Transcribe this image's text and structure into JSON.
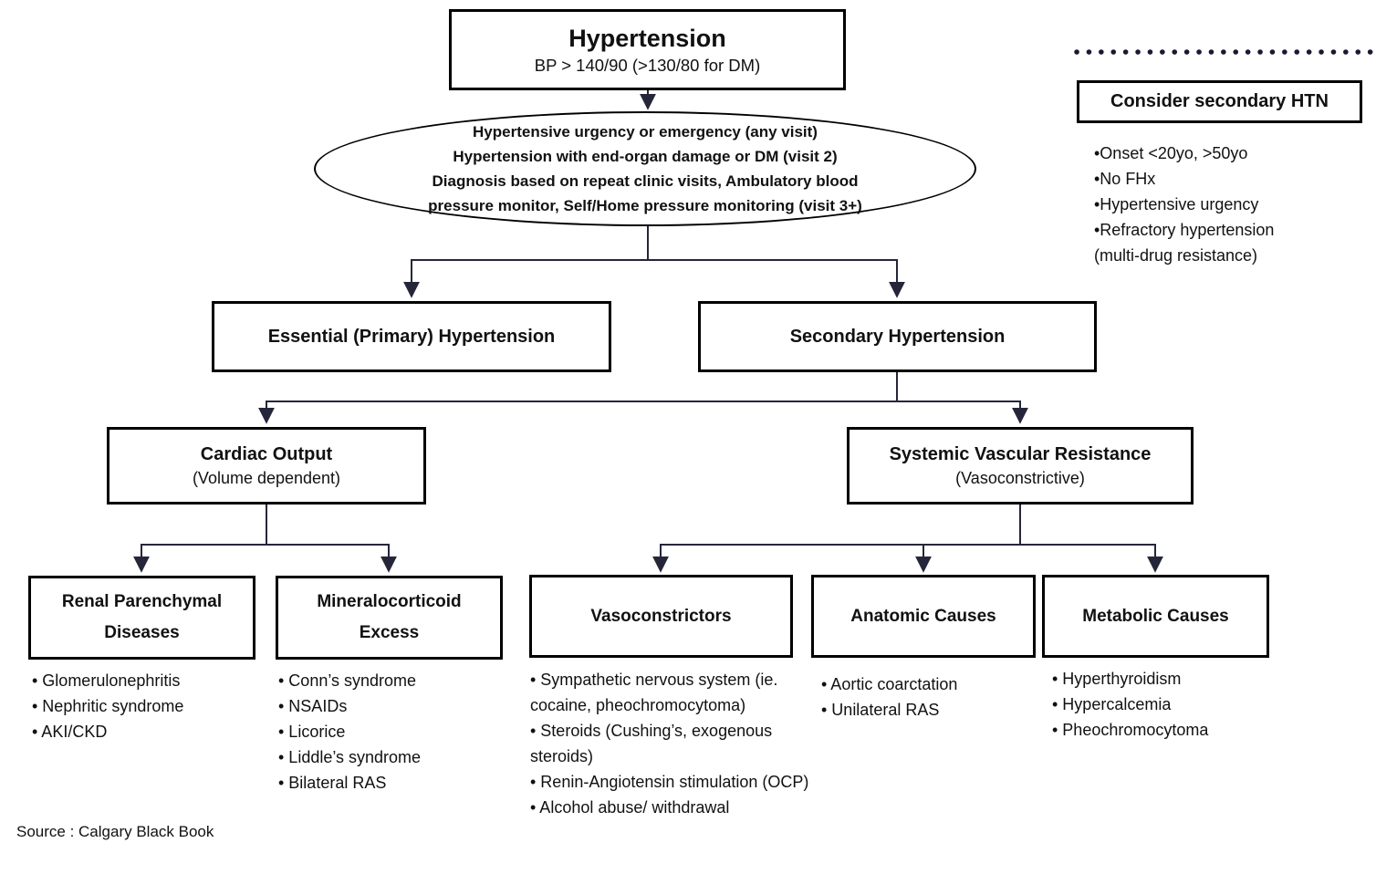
{
  "root": {
    "title": "Hypertension",
    "subtitle": "BP > 140/90 (>130/80 for DM)"
  },
  "criteria_ellipse": {
    "lines": [
      "Hypertensive urgency or emergency (any visit)",
      "Hypertension with end-organ damage or DM (visit 2)",
      "Diagnosis based on repeat clinic visits, Ambulatory blood",
      "pressure monitor, Self/Home pressure monitoring (visit 3+)"
    ]
  },
  "branches": {
    "essential": {
      "label": "Essential (Primary) Hypertension"
    },
    "secondary": {
      "label": "Secondary Hypertension"
    }
  },
  "mechanisms": {
    "cardiac_output": {
      "title": "Cardiac Output",
      "subtitle": "(Volume dependent)"
    },
    "svr": {
      "title": "Systemic Vascular Resistance",
      "subtitle": "(Vasoconstrictive)"
    }
  },
  "causes": {
    "renal": {
      "title": "Renal Parenchymal Diseases",
      "items": [
        "• Glomerulonephritis",
        "• Nephritic syndrome",
        "• AKI/CKD"
      ]
    },
    "mineralocorticoid": {
      "title": "Mineralocorticoid Excess",
      "items": [
        "• Conn’s syndrome",
        "• NSAIDs",
        "• Licorice",
        "• Liddle’s syndrome",
        "• Bilateral RAS"
      ]
    },
    "vasoconstrictors": {
      "title": "Vasoconstrictors",
      "items": [
        "• Sympathetic nervous system (ie. cocaine, pheochromocytoma)",
        "• Steroids (Cushing’s, exogenous steroids)",
        "• Renin-Angiotensin stimulation (OCP)",
        "• Alcohol abuse/ withdrawal"
      ]
    },
    "anatomic": {
      "title": "Anatomic Causes",
      "items": [
        "• Aortic coarctation",
        "• Unilateral RAS"
      ]
    },
    "metabolic": {
      "title": "Metabolic Causes",
      "items": [
        "• Hyperthyroidism",
        "• Hypercalcemia",
        "• Pheochromocytoma"
      ]
    }
  },
  "secondary_htn_panel": {
    "title": "Consider secondary HTN",
    "items": [
      "•Onset <20yo, >50yo",
      "•No FHx",
      "•Hypertensive urgency",
      "•Refractory hypertension",
      "(multi-drug resistance)"
    ]
  },
  "source_note": "Source : Calgary Black Book",
  "colors": {
    "connector_line": "#26263a",
    "dotted_line": "#191933",
    "box_border": "#000000",
    "text": "#111111"
  }
}
